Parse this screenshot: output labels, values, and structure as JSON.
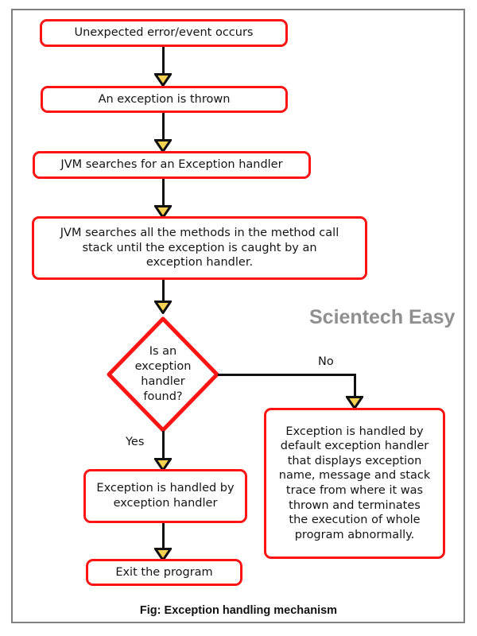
{
  "figure": {
    "caption": "Fig: Exception handling mechanism",
    "watermark": "Scientech Easy"
  },
  "theme": {
    "node_border": "#ff1414",
    "node_fill": "#ffffff",
    "connector": "#101010",
    "arrow_fill": "#f7d250",
    "arrow_stroke": "#101010",
    "text": "#141414",
    "watermark_color": "#8f8f8f",
    "page_border": "#808080",
    "background": "#ffffff"
  },
  "chart_data": {
    "type": "diagram",
    "title": "Fig: Exception handling mechanism",
    "nodes": [
      {
        "id": "n1",
        "shape": "rounded-rect",
        "text": "Unexpected error/event occurs"
      },
      {
        "id": "n2",
        "shape": "rounded-rect",
        "text": "An exception is thrown"
      },
      {
        "id": "n3",
        "shape": "rounded-rect",
        "text": "JVM searches for an Exception handler"
      },
      {
        "id": "n4",
        "shape": "rounded-rect",
        "text": "JVM searches all the methods in the method call stack until the exception is caught by an exception handler."
      },
      {
        "id": "n5",
        "shape": "diamond",
        "text": "Is an exception handler found?"
      },
      {
        "id": "n6",
        "shape": "rounded-rect",
        "text": "Exception is handled by default exception handler that displays exception name, message and stack trace from where it was thrown and terminates the execution of whole program abnormally."
      },
      {
        "id": "n7",
        "shape": "rounded-rect",
        "text": "Exception is handled by exception handler"
      },
      {
        "id": "n8",
        "shape": "rounded-rect",
        "text": "Exit the program"
      }
    ],
    "edges": [
      {
        "from": "n1",
        "to": "n2",
        "label": ""
      },
      {
        "from": "n2",
        "to": "n3",
        "label": ""
      },
      {
        "from": "n3",
        "to": "n4",
        "label": ""
      },
      {
        "from": "n4",
        "to": "n5",
        "label": ""
      },
      {
        "from": "n5",
        "to": "n6",
        "label": "No"
      },
      {
        "from": "n5",
        "to": "n7",
        "label": "Yes"
      },
      {
        "from": "n7",
        "to": "n8",
        "label": ""
      }
    ]
  },
  "nodes": {
    "n1": {
      "text": "Unexpected error/event occurs"
    },
    "n2": {
      "text": "An exception is thrown"
    },
    "n3": {
      "text": "JVM searches for an Exception handler"
    },
    "n4": {
      "line1": "JVM searches all the methods in the method call",
      "line2": "stack until the exception is caught by an",
      "line3": "exception handler."
    },
    "n5": {
      "line1": "Is an",
      "line2": "exception",
      "line3": "handler",
      "line4": "found?"
    },
    "n6": {
      "line1": "Exception is handled by",
      "line2": "default exception handler",
      "line3": "that displays exception",
      "line4": "name, message and stack",
      "line5": "trace from where it was",
      "line6": "thrown and terminates",
      "line7": "the execution of whole",
      "line8": "program abnormally."
    },
    "n7": {
      "line1": "Exception is handled by",
      "line2": "exception handler"
    },
    "n8": {
      "text": "Exit the program"
    }
  },
  "labels": {
    "yes": "Yes",
    "no": "No"
  }
}
